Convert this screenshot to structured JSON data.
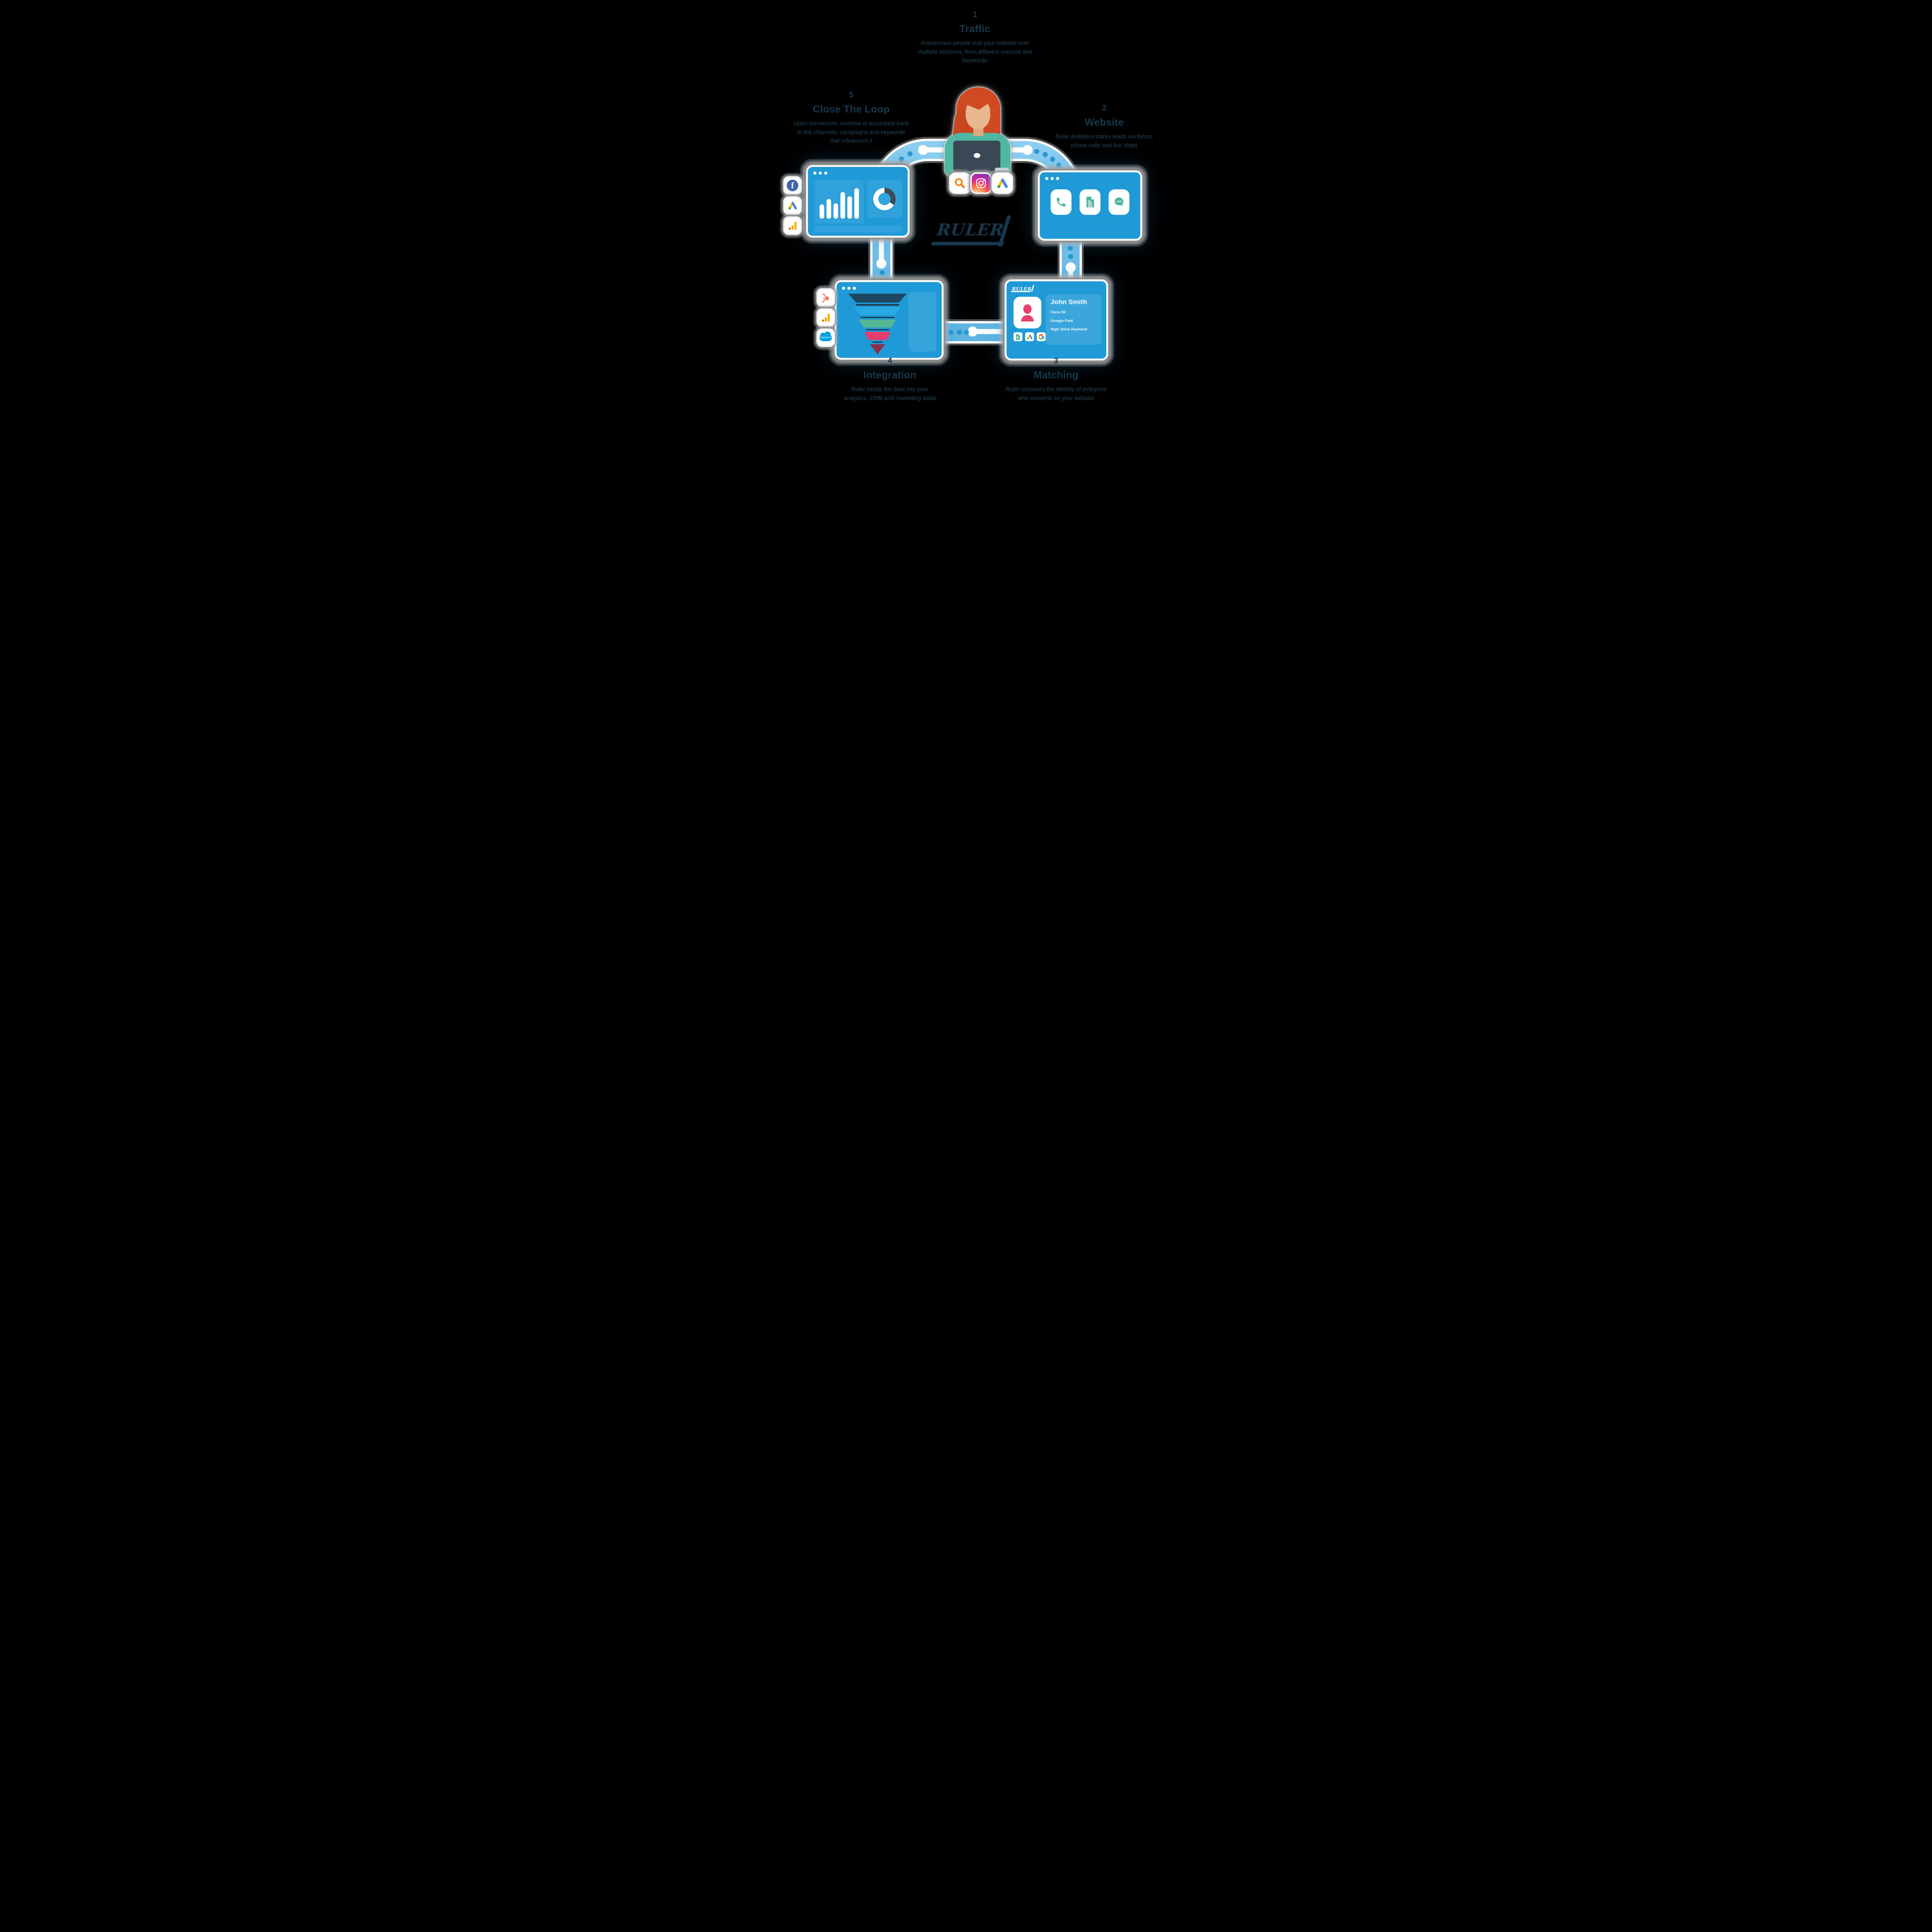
{
  "canvas": {
    "background": "#000000"
  },
  "brand": {
    "logo_text": "RULER"
  },
  "steps": [
    {
      "number": "1",
      "title": "Traffic",
      "description": "Anonymous people visit your website over multiple sessions, from different sources and keywords"
    },
    {
      "number": "2",
      "title": "Website",
      "description": "Ruler Analytics tracks leads via forms, phone calls and live chats"
    },
    {
      "number": "3",
      "title": "Matching",
      "description": "Ruler uncovers the identity of everyone who converts on your website"
    },
    {
      "number": "4",
      "title": "Integration",
      "description": "Ruler sends the data into your analytics, CRM and marketing stack"
    },
    {
      "number": "5",
      "title": "Close The Loop",
      "description": "Upon conversion, revenue is accurately back to the channels, campaigns and keywords that influenced it"
    }
  ],
  "visitor": {
    "illustration": "woman-with-laptop",
    "source_icons": [
      "search-icon",
      "instagram-icon",
      "google-ads-icon"
    ]
  },
  "website_card": {
    "icons": [
      "phone-icon",
      "form-icon",
      "live-chat-icon"
    ]
  },
  "matching_card": {
    "logo_text": "RULER",
    "lead_name": "John Smith",
    "lead_attributes": [
      "Form fill",
      "Google Paid",
      "High Value Keyword"
    ],
    "icons": [
      "form-icon",
      "google-ads-icon",
      "google-icon"
    ]
  },
  "integration_card": {
    "side_icons": [
      "hubspot-icon",
      "google-analytics-icon",
      "salesforce-icon"
    ],
    "salesforce_label": "salesforce",
    "funnel": {
      "colors": [
        "#1E4861",
        "#29A9E1",
        "#55B795",
        "#E73B6D",
        "#8E2C49"
      ]
    }
  },
  "close_loop_card": {
    "side_icons": [
      "facebook-icon",
      "google-ads-icon",
      "google-analytics-icon"
    ],
    "bar_chart": {
      "type": "bar",
      "values": [
        42,
        58,
        46,
        78,
        66,
        90
      ],
      "bar_color": "#FFFFFF"
    },
    "donut": {
      "segment_pct": 34,
      "segment_color": "#3E4B57",
      "ring_color": "#FFFFFF"
    }
  },
  "colors": {
    "card_blue": "#1F9AD7",
    "ribbon_light": "#8ACDF0",
    "ribbon_dark": "#5FB4E2",
    "ribbon_dot": "#2A96D3",
    "text_navy": "#16384C",
    "text_navy2": "#1D4456",
    "teal_icon": "#4CB39F",
    "lead_pink": "#E9406B"
  }
}
